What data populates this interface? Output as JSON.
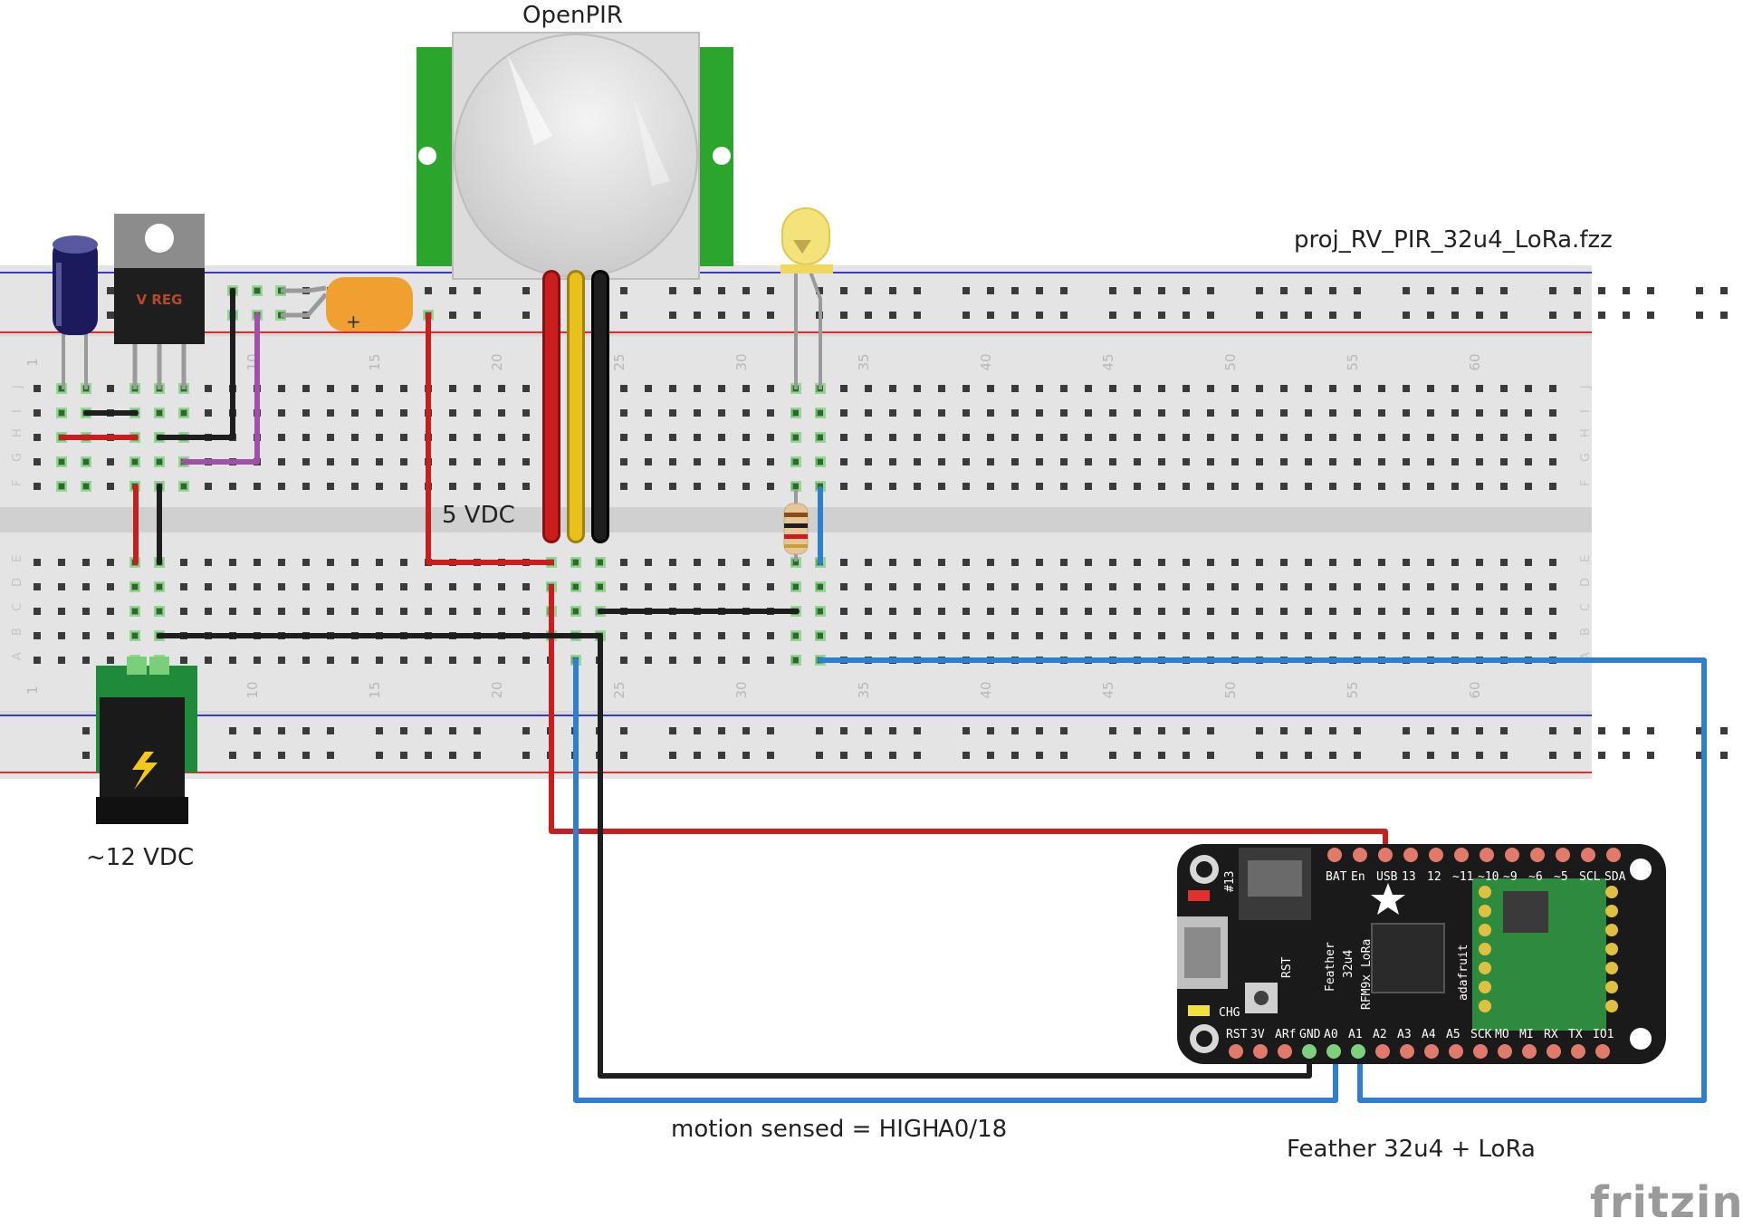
{
  "labels": {
    "pir_title": "OpenPIR",
    "file_name": "proj_RV_PIR_32u4_LoRa.fzz",
    "rail_5v": "5 VDC",
    "power_in": "~12 VDC",
    "motion_note": "motion sensed = HIGH",
    "pin_note": "A0/18",
    "board_name": "Feather 32u4 + LoRa",
    "brand": "fritzing"
  },
  "regulator": {
    "marking": "V REG"
  },
  "capacitor": {
    "polarity": "+"
  },
  "breadboard": {
    "column_numbers": [
      "1",
      "10",
      "15",
      "20",
      "25",
      "30",
      "35",
      "40",
      "45",
      "50",
      "55",
      "60"
    ],
    "rows_top": [
      "J",
      "I",
      "H",
      "G",
      "F"
    ],
    "rows_bottom": [
      "E",
      "D",
      "C",
      "B",
      "A"
    ]
  },
  "feather": {
    "top_pins": [
      "BAT",
      "En",
      "USB",
      "13",
      "12",
      "~11",
      "~10",
      "~9",
      "~6",
      "~5",
      "SCL",
      "SDA"
    ],
    "bottom_pins": [
      "RST",
      "3V",
      "ARf",
      "GND",
      "A0",
      "A1",
      "A2",
      "A3",
      "A4",
      "A5",
      "SCK",
      "MO",
      "MI",
      "RX",
      "TX",
      "IO1"
    ],
    "silk": [
      "#13",
      "RST",
      "CHG",
      "Feather",
      "32u4",
      "RFM9x LoRa",
      "adafruit"
    ]
  },
  "colors": {
    "wire_red": "#c81e1e",
    "wire_black": "#1e1e1e",
    "wire_yellow": "#e8c21a",
    "wire_blue": "#2f7fd0",
    "wire_purple": "#a050a8",
    "pir_green": "#2ca52c",
    "led_yellow": "#f4e27a",
    "cap_orange": "#f0a030",
    "feather_black": "#1a1a1a",
    "feather_radio": "#2e8b3e",
    "breadboard": "#e8e8e8"
  }
}
